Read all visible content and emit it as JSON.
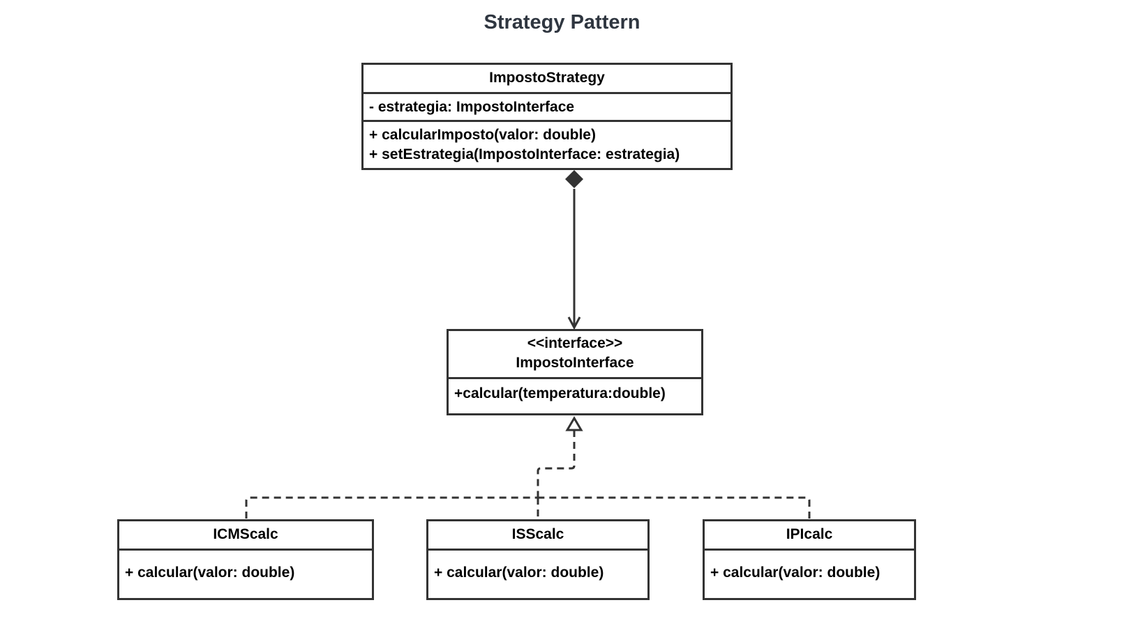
{
  "title": "Strategy Pattern",
  "colors": {
    "stroke": "#333333",
    "title": "#2f3640",
    "text": "#000000",
    "background": "#ffffff"
  },
  "classes": {
    "impostoStrategy": {
      "name": "ImpostoStrategy",
      "attributes": [
        "- estrategia: ImpostoInterface"
      ],
      "operations": [
        "+ calcularImposto(valor: double)",
        "+ setEstrategia(ImpostoInterface: estrategia)"
      ]
    },
    "impostoInterface": {
      "stereotype": "<<interface>>",
      "name": "ImpostoInterface",
      "operations": [
        "+calcular(temperatura:double)"
      ]
    },
    "icmsCalc": {
      "name": "ICMScalc",
      "operations": [
        "+ calcular(valor: double)"
      ]
    },
    "issCalc": {
      "name": "ISScalc",
      "operations": [
        "+ calcular(valor: double)"
      ]
    },
    "ipiCalc": {
      "name": "IPIcalc",
      "operations": [
        "+ calcular(valor: double)"
      ]
    }
  },
  "relationships": [
    {
      "type": "composition",
      "from": "ImpostoStrategy",
      "to": "ImpostoInterface"
    },
    {
      "type": "realization",
      "from": "ICMScalc",
      "to": "ImpostoInterface"
    },
    {
      "type": "realization",
      "from": "ISScalc",
      "to": "ImpostoInterface"
    },
    {
      "type": "realization",
      "from": "IPIcalc",
      "to": "ImpostoInterface"
    }
  ]
}
